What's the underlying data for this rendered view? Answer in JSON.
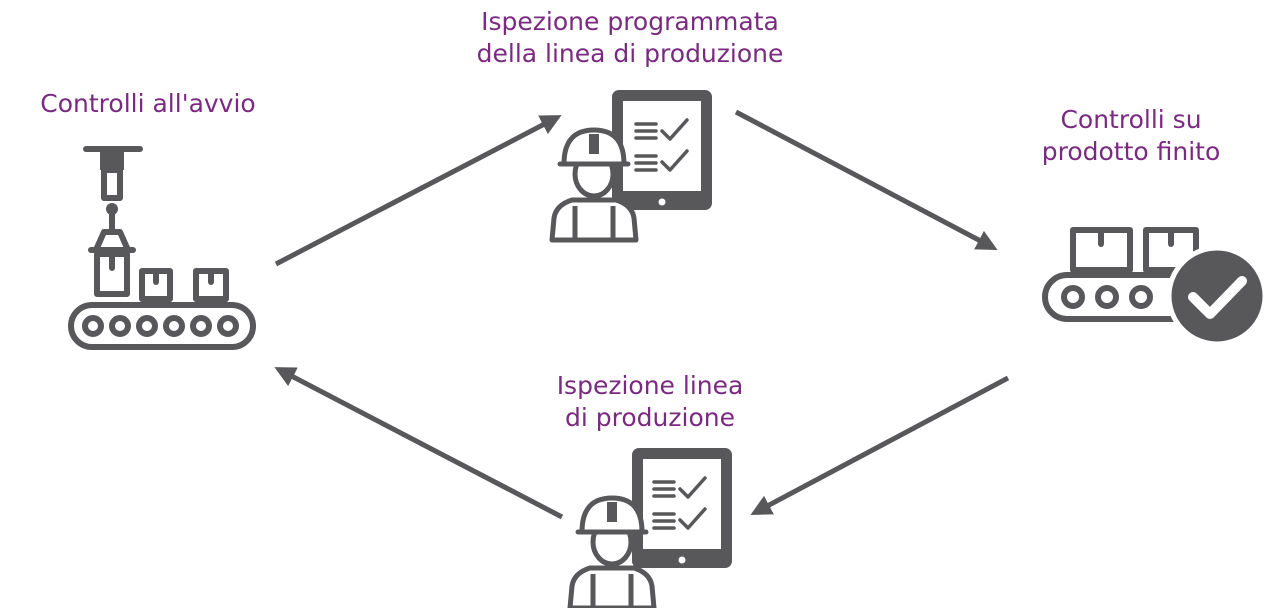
{
  "diagram": {
    "colors": {
      "label": "#7a2a80",
      "icon": "#58585a",
      "arrow": "#58585a",
      "background": "#ffffff"
    },
    "nodes": {
      "startup_checks": {
        "label_lines": [
          "Controlli all'avvio"
        ],
        "icon": "robotic-arm-conveyor-icon"
      },
      "scheduled_inspection": {
        "label_lines": [
          "Ispezione programmata",
          "della linea di produzione"
        ],
        "icon": "worker-checklist-tablet-icon"
      },
      "finished_product_checks": {
        "label_lines": [
          "Controlli su",
          "prodotto finito"
        ],
        "icon": "conveyor-check-badge-icon"
      },
      "line_inspection": {
        "label_lines": [
          "Ispezione linea",
          "di produzione"
        ],
        "icon": "worker-checklist-tablet-icon"
      }
    },
    "flow": [
      [
        "startup_checks",
        "scheduled_inspection"
      ],
      [
        "scheduled_inspection",
        "finished_product_checks"
      ],
      [
        "finished_product_checks",
        "line_inspection"
      ],
      [
        "line_inspection",
        "startup_checks"
      ]
    ]
  }
}
